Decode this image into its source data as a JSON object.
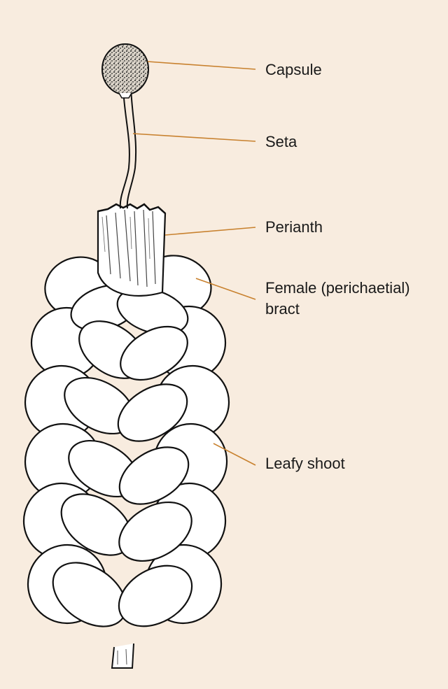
{
  "background_color": "#f8ecdf",
  "leader_line_color": "#c8812e",
  "outline_color": "#111111",
  "leaf_fill": "#ffffff",
  "labels": {
    "capsule": "Capsule",
    "seta": "Seta",
    "perianth": "Perianth",
    "bract_line1": "Female (perichaetial)",
    "bract_line2": "bract",
    "leafy_shoot": "Leafy shoot"
  }
}
